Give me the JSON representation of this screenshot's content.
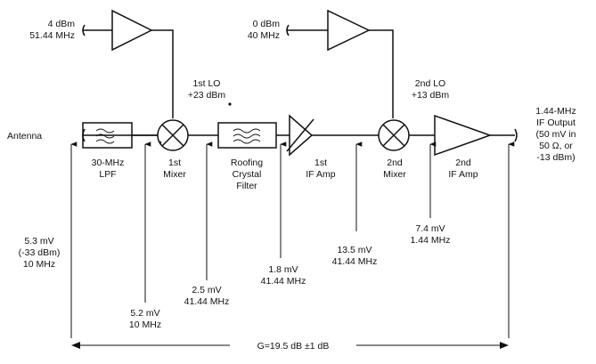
{
  "inputs": {
    "lo1_source": [
      "4 dBm",
      "51.44 MHz"
    ],
    "lo2_source": [
      "0 dBm",
      "40 MHz"
    ],
    "antenna": "Antenna"
  },
  "lo_labels": {
    "lo1": [
      "1st LO",
      "+23 dBm"
    ],
    "lo2": [
      "2nd LO",
      "+13 dBm"
    ]
  },
  "blocks": {
    "lpf": [
      "30-MHz",
      "LPF"
    ],
    "mixer1": [
      "1st",
      "Mixer"
    ],
    "roofing": [
      "Roofing",
      "Crystal",
      "Filter"
    ],
    "ifamp1": [
      "1st",
      "IF Amp"
    ],
    "mixer2": [
      "2nd",
      "Mixer"
    ],
    "ifamp2": [
      "2nd",
      "IF Amp"
    ]
  },
  "output": [
    "1.44-MHz",
    "IF Output",
    "(50 mV in",
    "50 Ω, or",
    "-13 dBm)"
  ],
  "levels": {
    "antenna": [
      "5.3 mV",
      "(-33 dBm)",
      "10 MHz"
    ],
    "lpf_out": [
      "5.2 mV",
      "10 MHz"
    ],
    "mixer1_out": [
      "2.5 mV",
      "41.44 MHz"
    ],
    "filter_out": [
      "1.8 mV",
      "41.44 MHz"
    ],
    "ifamp1_out": [
      "13.5 mV",
      "41.44 MHz"
    ],
    "mixer2_out": [
      "7.4 mV",
      "1.44 MHz"
    ]
  },
  "gain": "G=19.5 dB ±1 dB"
}
